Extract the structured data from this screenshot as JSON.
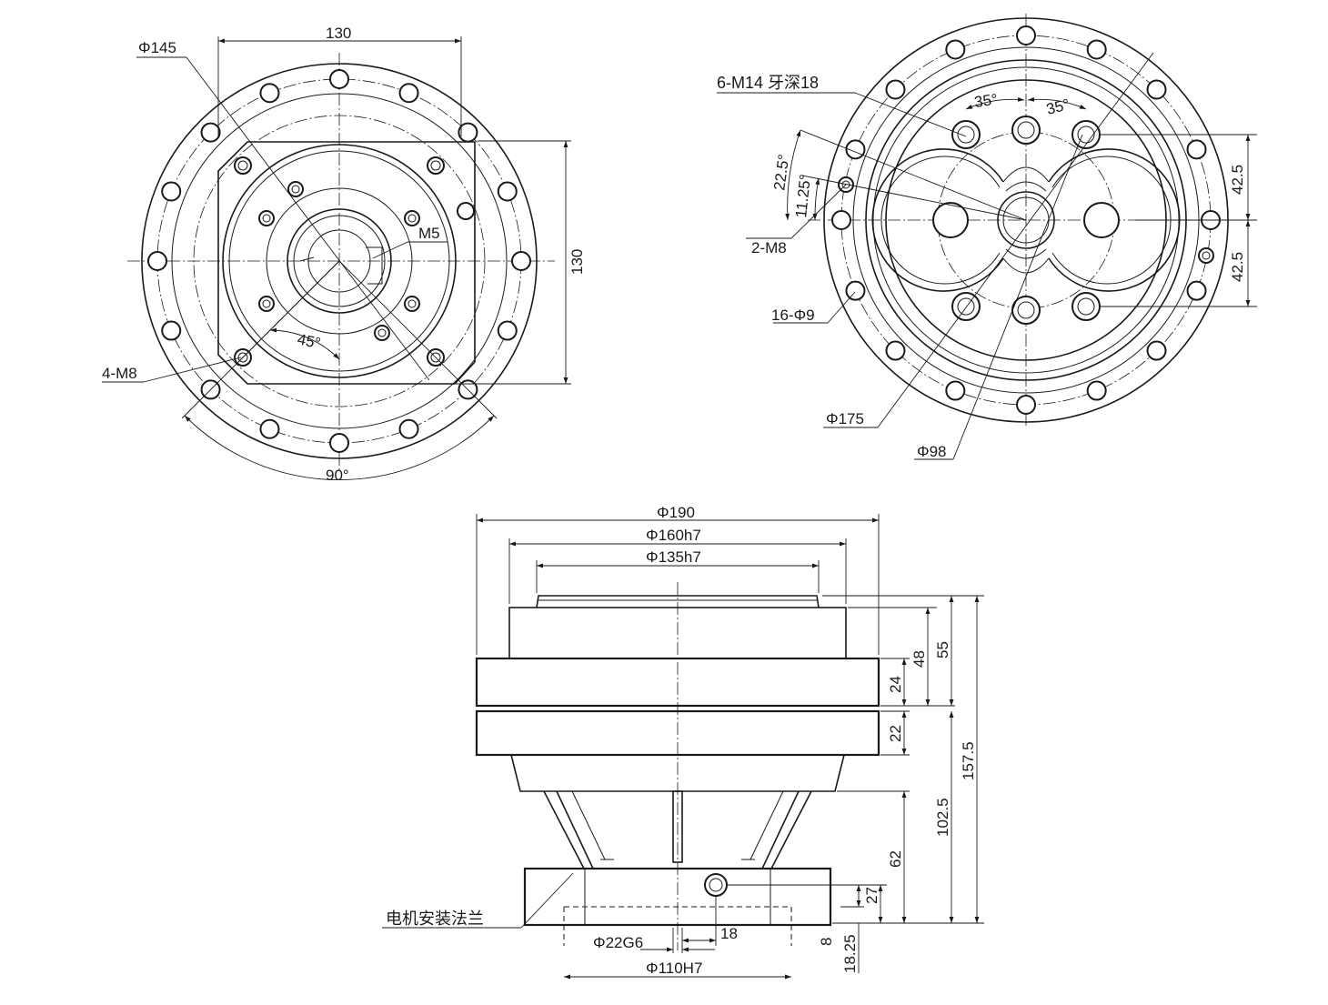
{
  "labels": {
    "front_view": {
      "phi145": "Φ145",
      "width130": "130",
      "height130": "130",
      "m5": "M5",
      "four_m8": "4-M8",
      "angle45": "45°",
      "angle90": "90°"
    },
    "back_view": {
      "six_m14": "6-M14 牙深18",
      "angle35_left": "35°",
      "angle35_right": "35°",
      "angle22_5": "22.5°",
      "angle11_25": "11.25°",
      "two_m8": "2-M8",
      "sixteen_phi9": "16-Φ9",
      "phi175": "Φ175",
      "phi98": "Φ98",
      "dim42_5_top": "42.5",
      "dim42_5_bottom": "42.5"
    },
    "side_view": {
      "phi190": "Φ190",
      "phi160h7": "Φ160h7",
      "phi135h7": "Φ135h7",
      "dim55": "55",
      "dim48": "48",
      "dim24": "24",
      "dim22": "22",
      "dim157_5": "157.5",
      "dim102_5": "102.5",
      "dim62": "62",
      "dim27": "27",
      "dim8": "8",
      "dim18_25": "18.25",
      "dim18": "18",
      "phi22g6": "Φ22G6",
      "phi110h7": "Φ110H7",
      "motor_flange": "电机安装法兰"
    }
  }
}
